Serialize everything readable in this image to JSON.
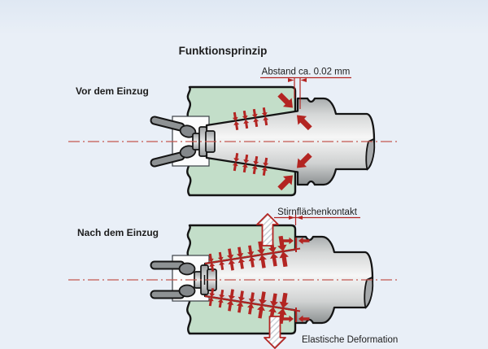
{
  "title": "Funktionsprinzip",
  "colors": {
    "background": "#e9eff7",
    "background-top": "#dfe8f3",
    "accent-red": "#b32522",
    "centerline-red": "#c4574f",
    "spindle-green": "#c3dec9",
    "outline": "#141414",
    "grip-grey": "#8e9294",
    "text": "#1d1d1d"
  },
  "diagram_before": {
    "label": "Vor dem Einzug",
    "annotation_gap": "Abstand ca. 0.02 mm"
  },
  "diagram_after": {
    "label": "Nach dem Einzug",
    "annotation_face": "Stirnflächenkontakt",
    "annotation_deform": "Elastische Deformation"
  }
}
